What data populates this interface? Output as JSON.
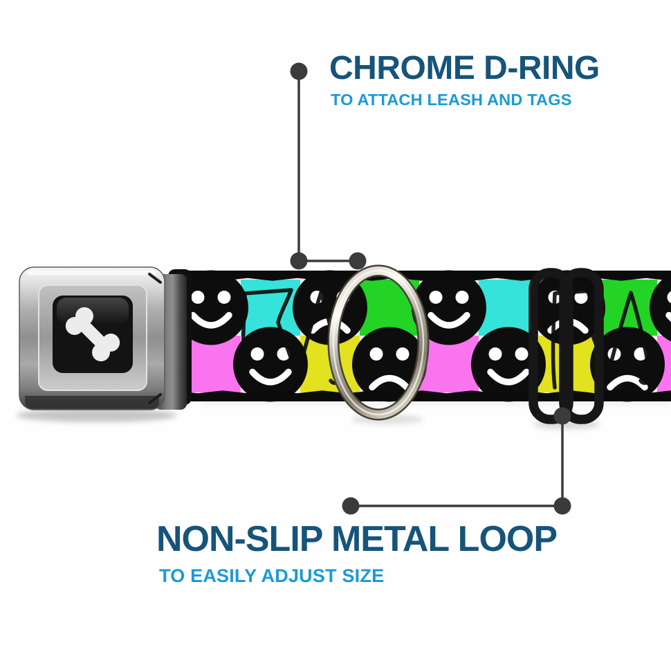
{
  "page": {
    "background": "#fefefe"
  },
  "callout_top": {
    "title": "CHROME D-RING",
    "subtitle": "TO ATTACH LEASH AND TAGS"
  },
  "callout_bottom": {
    "title": "NON-SLIP METAL LOOP",
    "subtitle": "TO EASILY ADJUST SIZE"
  },
  "colors": {
    "title_navy": "#16547a",
    "subtitle_blue": "#1b9ad8",
    "callout_line": "#3b3b3b",
    "webbing_white": "#f3f2ef",
    "webbing_black": "#0b0b0b",
    "cyan": "#35e3da",
    "green": "#23d426",
    "magenta": "#fb74ef",
    "yellow": "#e2e21f",
    "face_black": "#0d0d0d",
    "face_features": "#ffffff",
    "slider_black": "#171717"
  },
  "collar": {
    "buckle_logo": "dog-bone-icon",
    "hardware": [
      "seatbelt-buckle",
      "chrome-d-ring",
      "non-slip-metal-loop"
    ],
    "pattern_rows": [
      [
        "white-happy",
        "cyan",
        "white-sad",
        "green",
        "white-happy",
        "cyan",
        "white-sad",
        "green",
        "white-happy"
      ],
      [
        "magenta",
        "white-happy",
        "yellow",
        "white-sad",
        "magenta",
        "white-happy",
        "yellow",
        "white-sad",
        "magenta"
      ]
    ],
    "scribble_offsets": [
      352,
      800
    ]
  }
}
